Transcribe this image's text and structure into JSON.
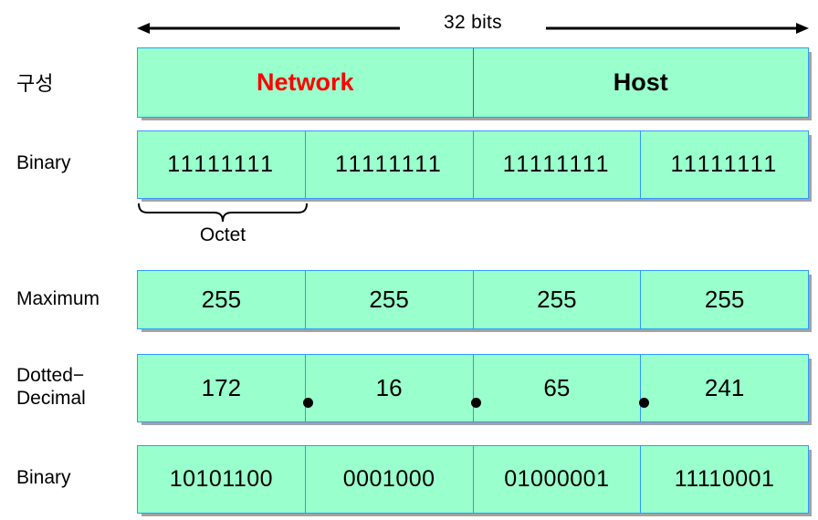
{
  "diagram": {
    "title_arrow": {
      "label": "32 bits",
      "icon_left": "arrow-left-icon",
      "icon_right": "arrow-right-icon"
    },
    "octet": {
      "label": "Octet",
      "brace_icon": "curly-brace-icon"
    },
    "colors": {
      "cell_fill": "#99ffcc",
      "cell_border": "#3399ff",
      "network_text": "#ff0000",
      "host_text": "#000000",
      "structure_divider": "#666666",
      "shadow": "#5f5f5f",
      "background": "#ffffff"
    },
    "row_labels": {
      "structure": "구성",
      "binary_top": "Binary",
      "maximum": "Maximum",
      "dotted_decimal_line1": "Dotted−",
      "dotted_decimal_line2": "Decimal",
      "binary_bottom": "Binary"
    },
    "rows": {
      "structure": {
        "network": "Network",
        "host": "Host"
      },
      "binary_top": [
        "11111111",
        "11111111",
        "11111111",
        "11111111"
      ],
      "maximum": [
        "255",
        "255",
        "255",
        "255"
      ],
      "dotted_decimal": [
        "172",
        "16",
        "65",
        "241"
      ],
      "dotted_separators": [
        ".",
        ".",
        "."
      ],
      "binary_bottom": [
        "10101100",
        "0001000",
        "01000001",
        "11110001"
      ]
    }
  }
}
